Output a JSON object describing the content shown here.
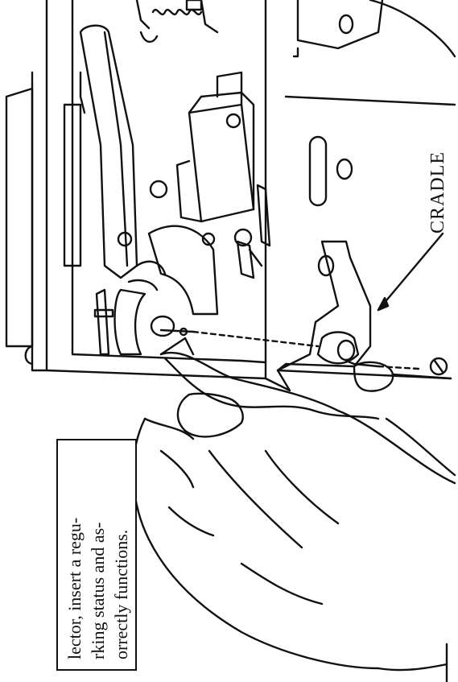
{
  "illustration": {
    "cradle_label": "CRADLE",
    "note_lines": [
      "lector, insert a regu-",
      "rking status and as-",
      "orrectly functions."
    ]
  }
}
